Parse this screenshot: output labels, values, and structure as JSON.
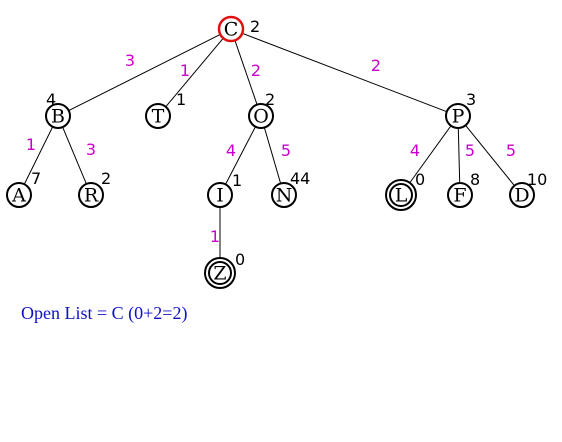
{
  "colors": {
    "edge_weight": "#cc00cc",
    "start_node": "#e01010",
    "open_list_text": "#1010c8",
    "ink": "#000000"
  },
  "nodes": [
    {
      "id": "C",
      "label": "C",
      "h": "2",
      "style": "start"
    },
    {
      "id": "B",
      "label": "B",
      "h": "4",
      "style": "normal"
    },
    {
      "id": "T",
      "label": "T",
      "h": "1",
      "style": "normal"
    },
    {
      "id": "O",
      "label": "O",
      "h": "2",
      "style": "normal"
    },
    {
      "id": "P",
      "label": "P",
      "h": "3",
      "style": "normal"
    },
    {
      "id": "A",
      "label": "A",
      "h": "7",
      "style": "normal"
    },
    {
      "id": "R",
      "label": "R",
      "h": "2",
      "style": "normal"
    },
    {
      "id": "I",
      "label": "I",
      "h": "1",
      "style": "normal"
    },
    {
      "id": "N",
      "label": "N",
      "h": "44",
      "style": "normal"
    },
    {
      "id": "L",
      "label": "L",
      "h": "0",
      "style": "goal"
    },
    {
      "id": "F",
      "label": "F",
      "h": "8",
      "style": "normal"
    },
    {
      "id": "D",
      "label": "D",
      "h": "10",
      "style": "normal"
    },
    {
      "id": "Z",
      "label": "Z",
      "h": "0",
      "style": "goal"
    }
  ],
  "edges": [
    {
      "from": "C",
      "to": "B",
      "weight": "3"
    },
    {
      "from": "C",
      "to": "T",
      "weight": "1"
    },
    {
      "from": "C",
      "to": "O",
      "weight": "2"
    },
    {
      "from": "C",
      "to": "P",
      "weight": "2"
    },
    {
      "from": "B",
      "to": "A",
      "weight": "1"
    },
    {
      "from": "B",
      "to": "R",
      "weight": "3"
    },
    {
      "from": "O",
      "to": "I",
      "weight": "4"
    },
    {
      "from": "O",
      "to": "N",
      "weight": "5"
    },
    {
      "from": "I",
      "to": "Z",
      "weight": "1"
    },
    {
      "from": "P",
      "to": "L",
      "weight": "4"
    },
    {
      "from": "P",
      "to": "F",
      "weight": "5"
    },
    {
      "from": "P",
      "to": "D",
      "weight": "5"
    }
  ],
  "open_list": "Open List = C (0+2=2)"
}
